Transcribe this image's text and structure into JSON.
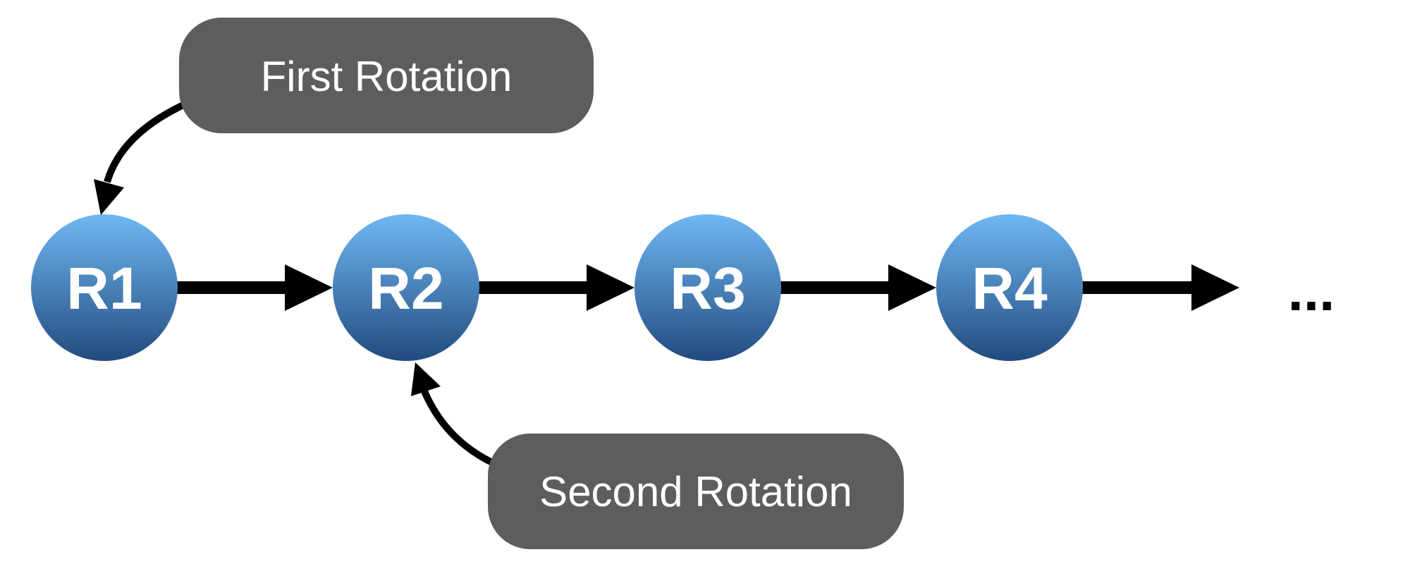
{
  "nodes": [
    {
      "id": "r1",
      "label": "R1"
    },
    {
      "id": "r2",
      "label": "R2"
    },
    {
      "id": "r3",
      "label": "R3"
    },
    {
      "id": "r4",
      "label": "R4"
    }
  ],
  "ellipsis": "...",
  "callouts": {
    "first": {
      "label": "First Rotation",
      "points_to": "R1"
    },
    "second": {
      "label": "Second Rotation",
      "points_to": "R2"
    }
  },
  "colors": {
    "node_gradient_top": "#6fb8f3",
    "node_gradient_bottom": "#224b7e",
    "callout_fill": "#5d5d5d",
    "arrow": "#000000",
    "text_light": "#ffffff",
    "background": "#ffffff"
  }
}
